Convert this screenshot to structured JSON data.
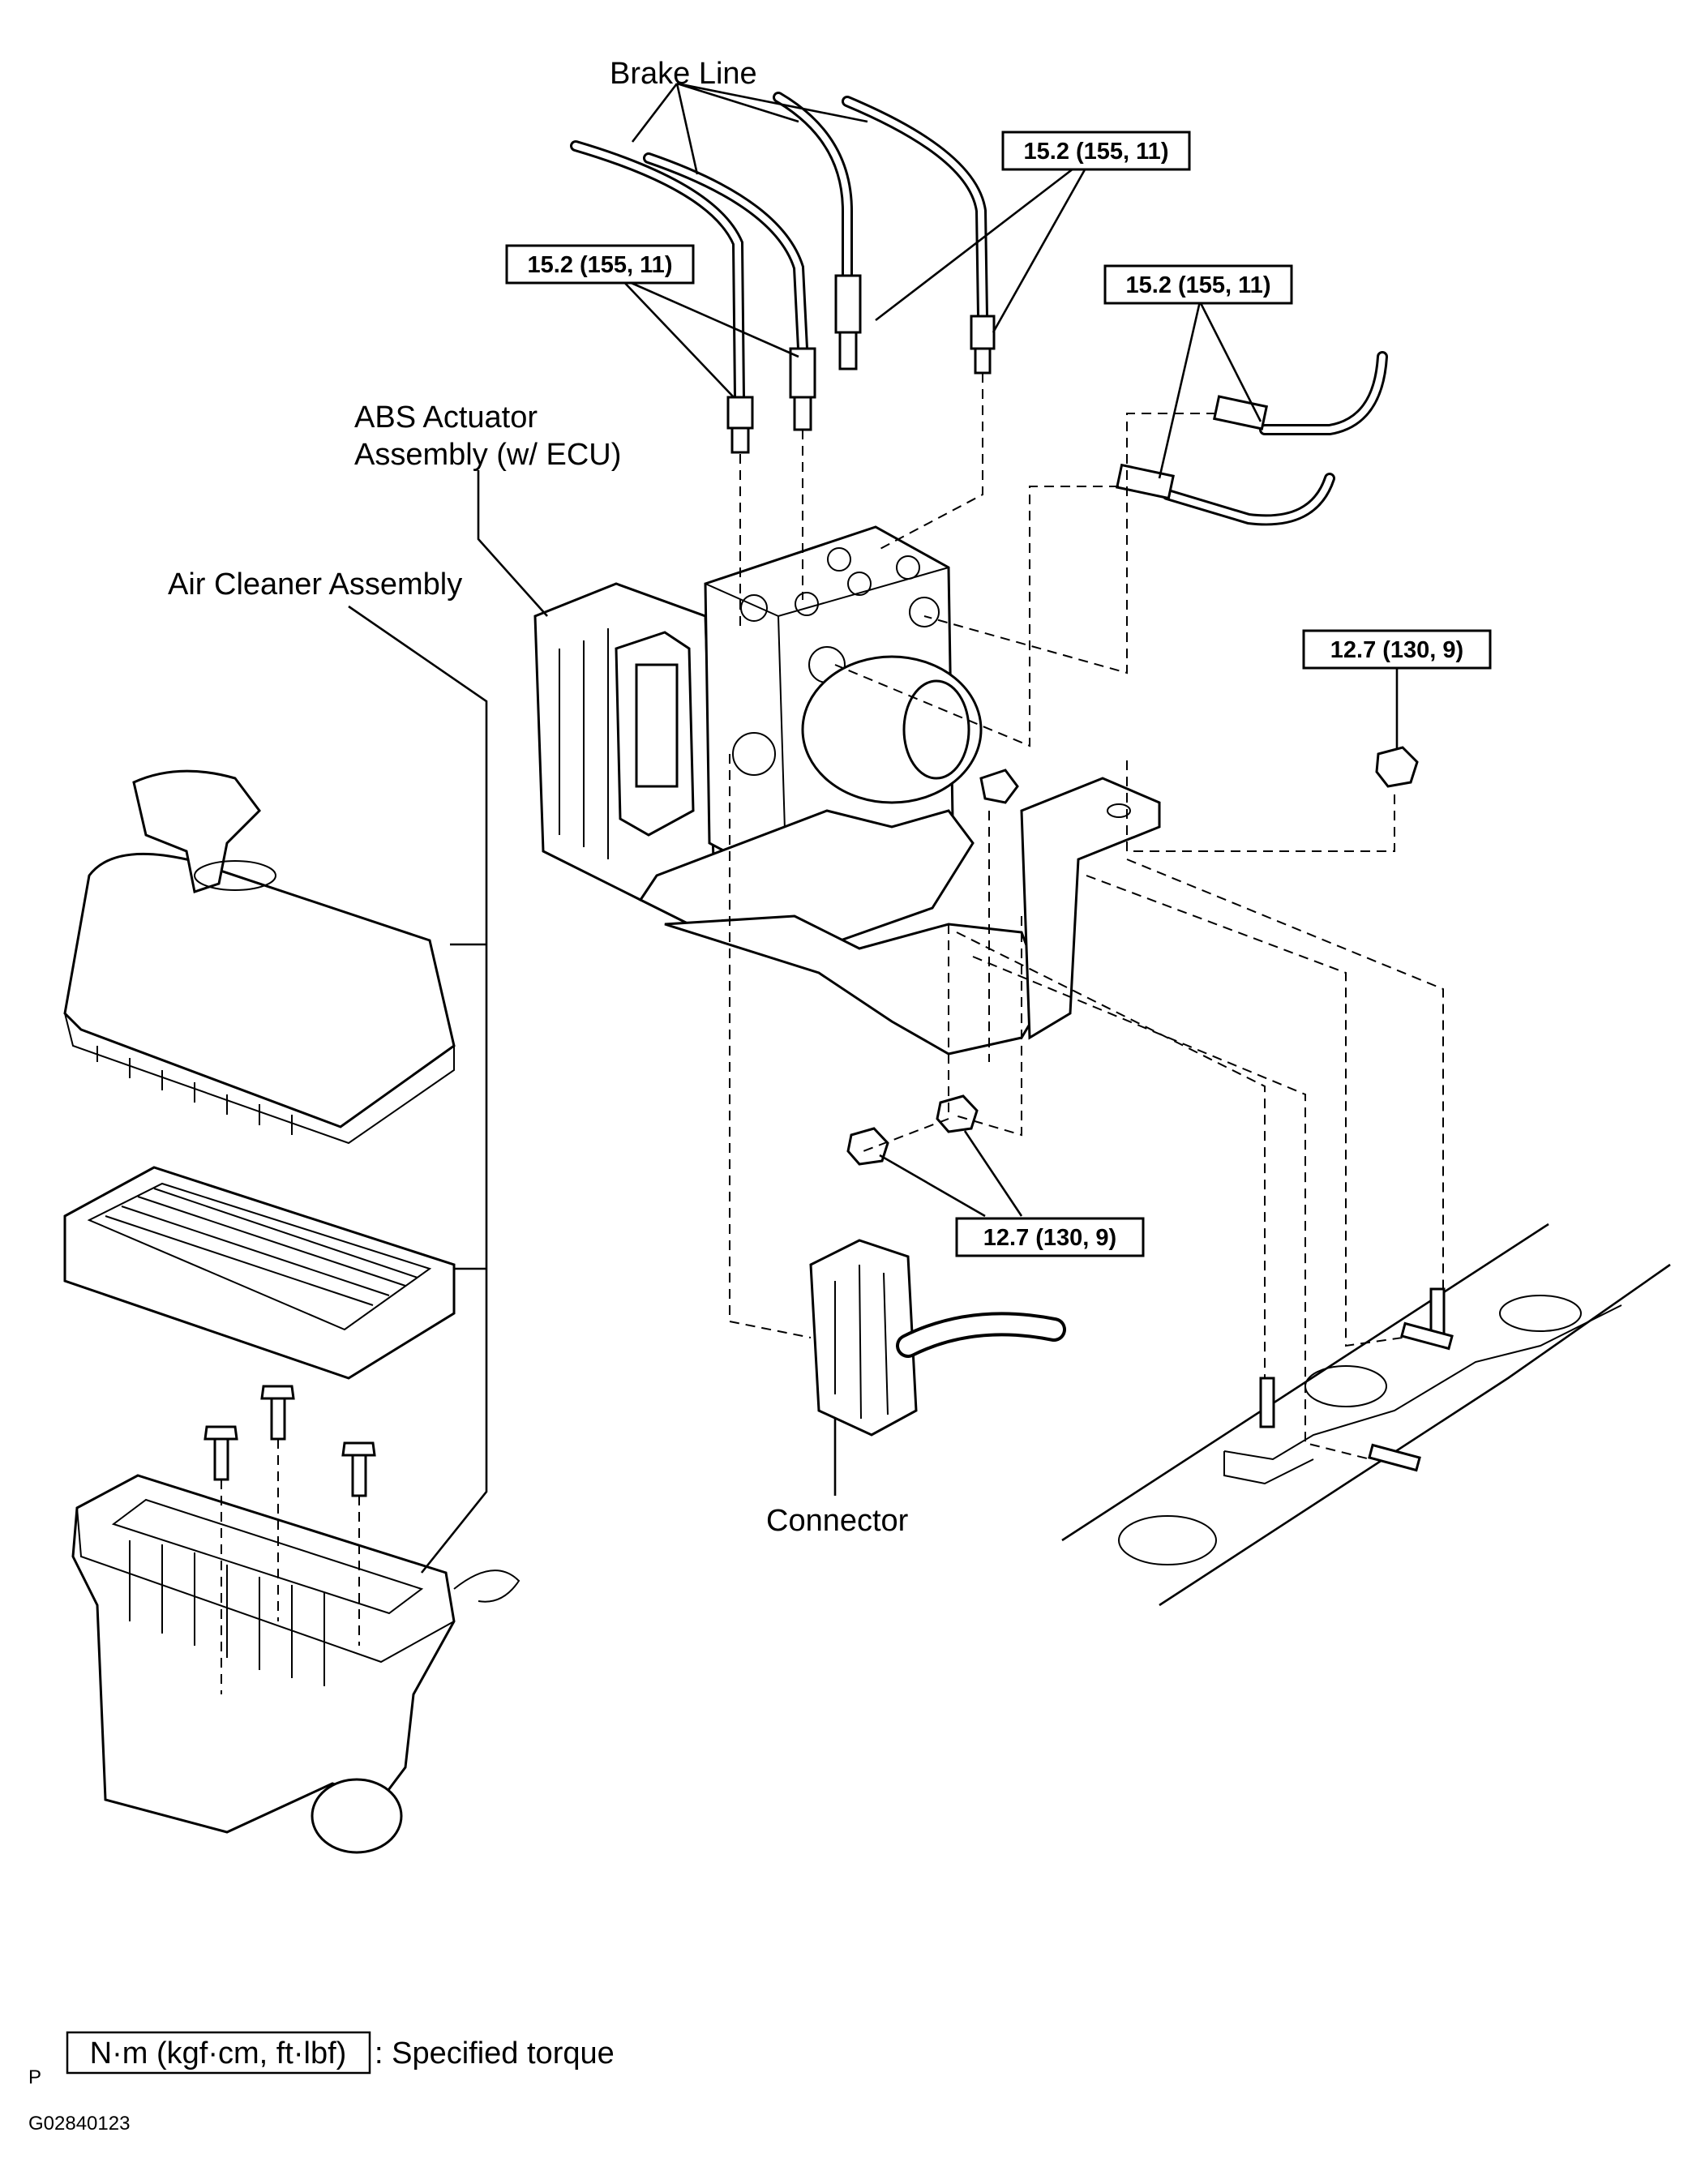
{
  "labels": {
    "brake_line": "Brake Line",
    "abs_actuator_line1": "ABS Actuator",
    "abs_actuator_line2": "Assembly (w/ ECU)",
    "air_cleaner": "Air Cleaner Assembly",
    "connector": "Connector"
  },
  "torques": {
    "brake_top_right": "15.2 (155, 11)",
    "brake_left": "15.2 (155, 11)",
    "brake_right": "15.2 (155, 11)",
    "nut_right": "12.7 (130, 9)",
    "nut_bottom": "12.7 (130, 9)"
  },
  "legend": {
    "unit_box": "N·m (kgf·cm, ft·lbf)",
    "text": ": Specified torque"
  },
  "footer": {
    "page_mark": "P",
    "figure_code": "G02840123"
  }
}
